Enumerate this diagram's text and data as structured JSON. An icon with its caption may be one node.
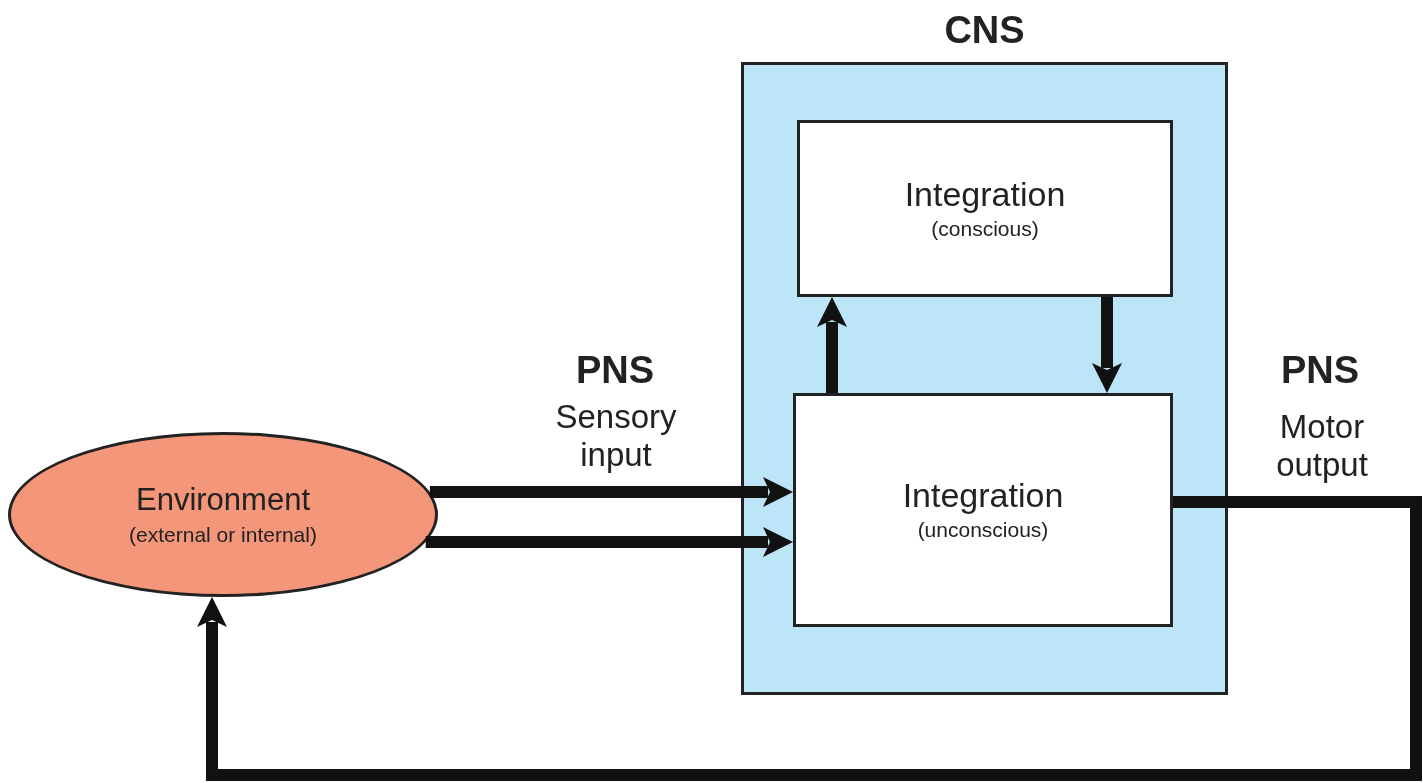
{
  "diagram": {
    "nodes": [
      {
        "text": [
          "Environment",
          "(external or internal)"
        ]
      },
      {
        "text": [
          "CNS"
        ]
      },
      {
        "text": [
          "Integration",
          "(conscious)"
        ],
        "in": 1
      },
      {
        "text": [
          "Integration",
          "(unconscious)"
        ],
        "in": 1
      }
    ],
    "edges": [
      {
        "from": 0,
        "to": 3,
        "arrow": "to"
      },
      {
        "from": 0,
        "to": 3,
        "arrow": "to"
      },
      {
        "from": 3,
        "to": 2,
        "arrow": "to"
      },
      {
        "from": 2,
        "to": 3,
        "arrow": "to"
      },
      {
        "from": 3,
        "to": 0,
        "arrow": "to"
      }
    ],
    "labels": [
      "PNS",
      "Sensory input",
      "PNS",
      "Motor output"
    ]
  }
}
